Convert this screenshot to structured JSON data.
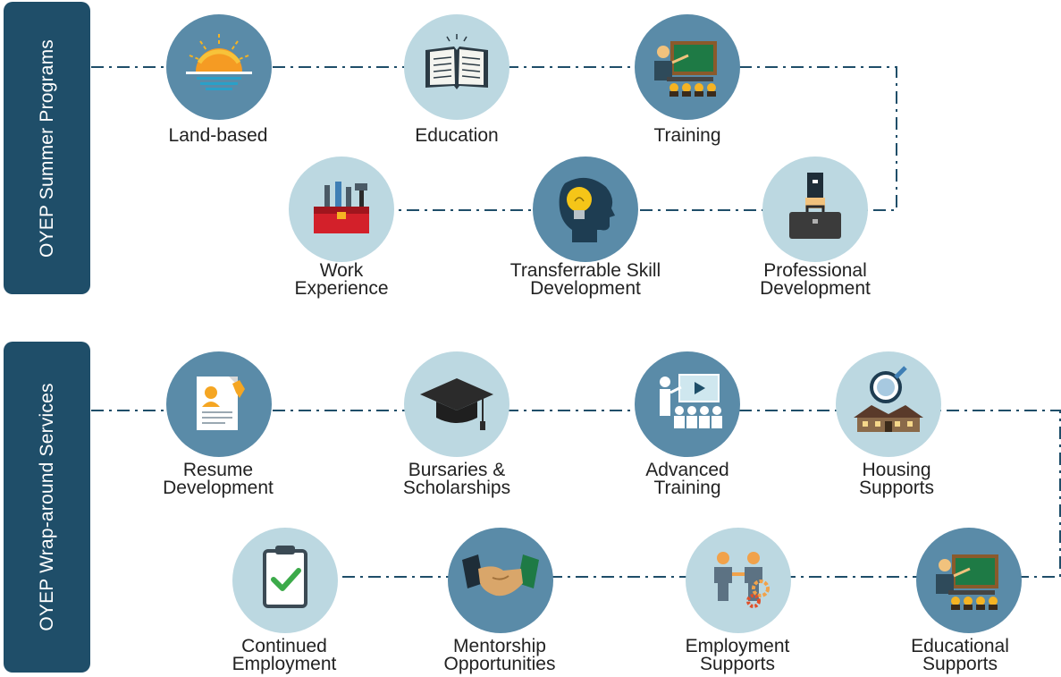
{
  "programs": {
    "title": "OYEP Summer Programs",
    "items": [
      {
        "lines": [
          "Land-based"
        ],
        "icon": "sunrise-icon"
      },
      {
        "lines": [
          "Education"
        ],
        "icon": "open-book-icon"
      },
      {
        "lines": [
          "Training"
        ],
        "icon": "teacher-chalkboard-icon"
      },
      {
        "lines": [
          "Work",
          "Experience"
        ],
        "icon": "toolbox-icon"
      },
      {
        "lines": [
          "Transferrable Skill",
          "Development"
        ],
        "icon": "lightbulb-head-icon"
      },
      {
        "lines": [
          "Professional",
          "Development"
        ],
        "icon": "briefcase-icon"
      }
    ]
  },
  "services": {
    "title": "OYEP Wrap-around Services",
    "items": [
      {
        "lines": [
          "Resume",
          "Development"
        ],
        "icon": "resume-icon"
      },
      {
        "lines": [
          "Bursaries &",
          "Scholarships"
        ],
        "icon": "graduation-cap-icon"
      },
      {
        "lines": [
          "Advanced",
          "Training"
        ],
        "icon": "presentation-icon"
      },
      {
        "lines": [
          "Housing",
          "Supports"
        ],
        "icon": "house-search-icon"
      },
      {
        "lines": [
          "Continued",
          "Employment"
        ],
        "icon": "clipboard-check-icon"
      },
      {
        "lines": [
          "Mentorship",
          "Opportunities"
        ],
        "icon": "handshake-icon"
      },
      {
        "lines": [
          "Employment",
          "Supports"
        ],
        "icon": "people-gears-icon"
      },
      {
        "lines": [
          "Educational",
          "Supports"
        ],
        "icon": "teacher-chalkboard-icon"
      }
    ]
  },
  "colors": {
    "tab": "#1f4e69",
    "circle_dark": "#5a8ba8",
    "circle_light": "#bcd8e1",
    "connector": "#1f4e69"
  }
}
